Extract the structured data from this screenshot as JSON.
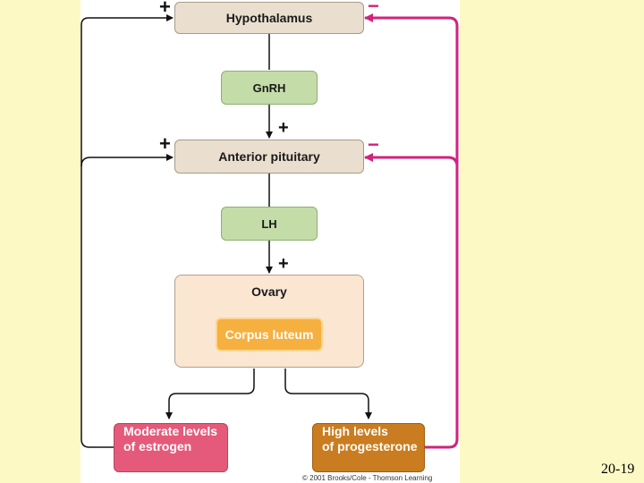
{
  "diagram": {
    "hypothalamus": "Hypothalamus",
    "gnrh": "GnRH",
    "anterior_pituitary": "Anterior pituitary",
    "lh": "LH",
    "ovary": "Ovary",
    "corpus_luteum": "Corpus luteum",
    "estrogen_line1": "Moderate levels",
    "estrogen_line2": "of estrogen",
    "progesterone_line1": "High levels",
    "progesterone_line2": "of progesterone",
    "signs": {
      "hypothalamus_positive": "+",
      "hypothalamus_negative": "−",
      "gnrh_stimulation": "+",
      "pituitary_positive": "+",
      "pituitary_negative": "−",
      "lh_stimulation": "+"
    }
  },
  "colors": {
    "negative_feedback": "#d0237e",
    "positive_feedback": "#111111"
  },
  "credit": "© 2001 Brooks/Cole - Thomson Learning",
  "slide_number": "20-19"
}
